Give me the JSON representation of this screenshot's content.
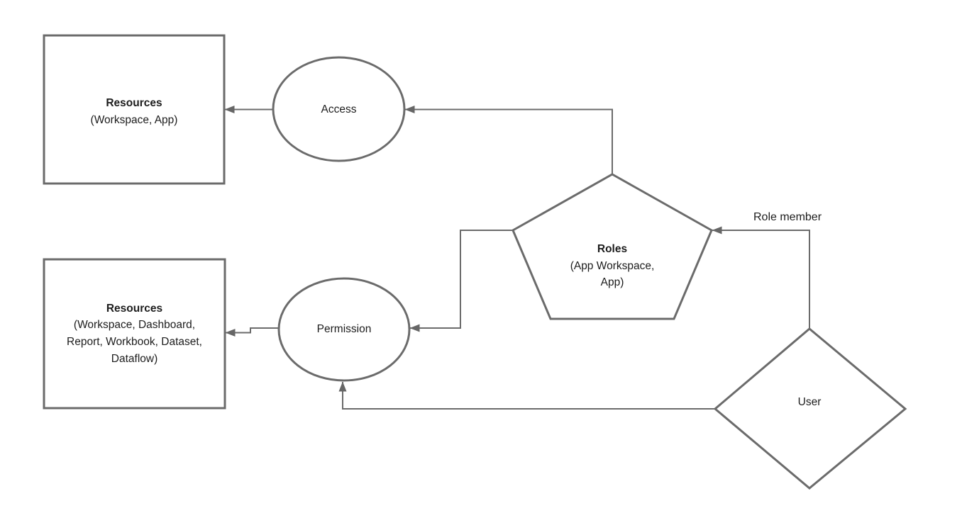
{
  "diagram": {
    "type": "flowchart",
    "background": "#ffffff",
    "colors": {
      "shape_stroke": "#6b6b6b",
      "connector_stroke": "#6b6b6b",
      "arrowhead_fill": "#666666",
      "text": "#1c1c1c"
    },
    "nodes": {
      "resources_top": {
        "shape": "rectangle",
        "title": "Resources",
        "subtitle": "(Workspace, App)"
      },
      "access": {
        "shape": "ellipse",
        "label": "Access"
      },
      "roles": {
        "shape": "pentagon",
        "title": "Roles",
        "subtitle_lines": [
          "(App Workspace,",
          "App)"
        ]
      },
      "resources_bottom": {
        "shape": "rectangle",
        "title": "Resources",
        "subtitle_lines": [
          "(Workspace, Dashboard,",
          "Report, Workbook, Dataset,",
          "Dataflow)"
        ]
      },
      "permission": {
        "shape": "ellipse",
        "label": "Permission"
      },
      "user": {
        "shape": "diamond",
        "label": "User"
      }
    },
    "edges": [
      {
        "from": "access",
        "to": "resources_top",
        "label": ""
      },
      {
        "from": "roles",
        "to": "access",
        "label": ""
      },
      {
        "from": "user",
        "to": "roles",
        "label": "Role member"
      },
      {
        "from": "roles",
        "to": "permission",
        "label": ""
      },
      {
        "from": "user",
        "to": "permission",
        "label": ""
      },
      {
        "from": "permission",
        "to": "resources_bottom",
        "label": ""
      }
    ]
  }
}
